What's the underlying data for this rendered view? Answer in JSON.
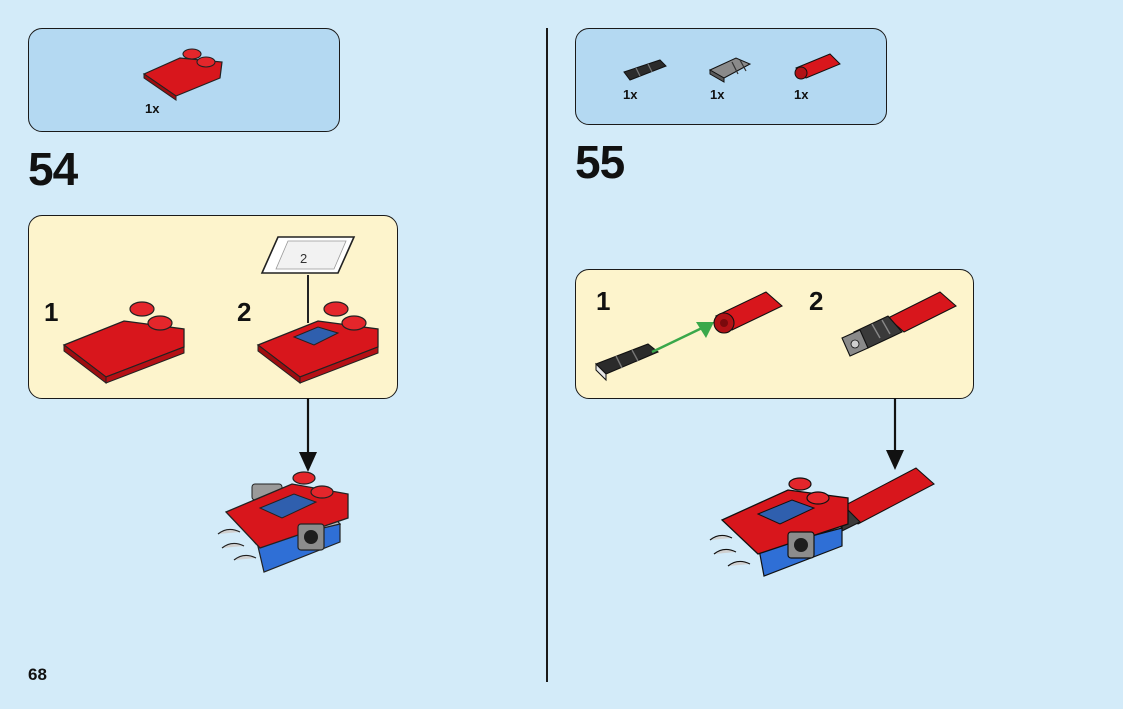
{
  "page": {
    "number": "68"
  },
  "steps": [
    {
      "number": "54",
      "parts": [
        {
          "qty": "1x",
          "icon": "red-wedge-plate-icon"
        }
      ],
      "substeps": [
        {
          "number": "1"
        },
        {
          "number": "2"
        }
      ]
    },
    {
      "number": "55",
      "parts": [
        {
          "qty": "1x",
          "icon": "black-pin-icon"
        },
        {
          "qty": "1x",
          "icon": "gray-connector-icon"
        },
        {
          "qty": "1x",
          "icon": "red-cylinder-icon"
        }
      ],
      "substeps": [
        {
          "number": "1"
        },
        {
          "number": "2"
        }
      ]
    }
  ],
  "sticker": {
    "label": "2"
  },
  "colors": {
    "background": "#d3ebf9",
    "parts_box": "#b4d9f2",
    "subassembly_box": "#fdf4cc",
    "brick_red": "#d8161c",
    "arrow_green": "#3aa84a"
  }
}
